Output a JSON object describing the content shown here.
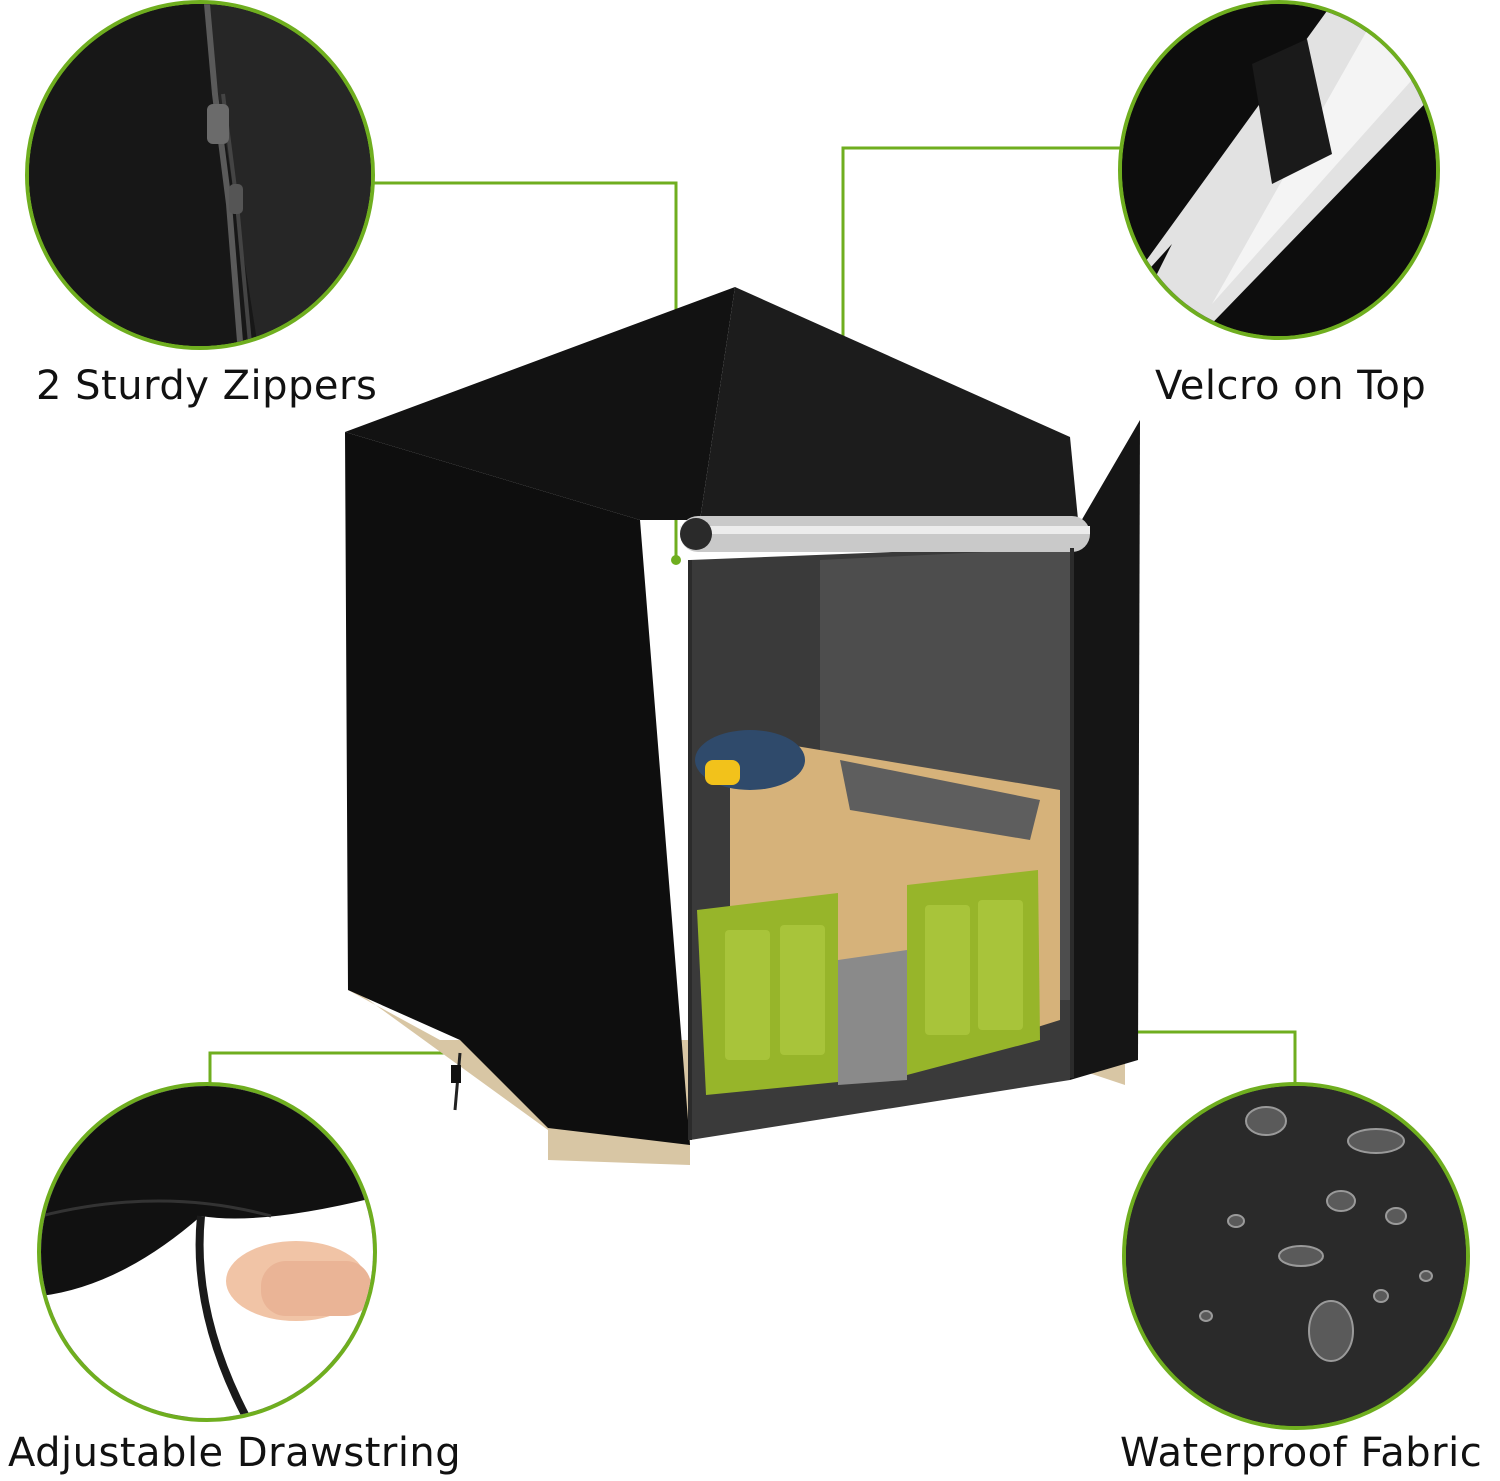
{
  "accent_color": "#6fae1f",
  "callouts": {
    "zippers": {
      "label": "2 Sturdy Zippers",
      "icon": "zipper-closeup-icon"
    },
    "velcro": {
      "label": "Velcro on Top",
      "icon": "velcro-closeup-icon"
    },
    "drawstring": {
      "label": "Adjustable Drawstring",
      "icon": "drawstring-closeup-icon"
    },
    "waterproof": {
      "label": "Waterproof Fabric",
      "icon": "water-droplets-closeup-icon"
    }
  },
  "product": {
    "icon": "playhouse-cover-icon"
  }
}
